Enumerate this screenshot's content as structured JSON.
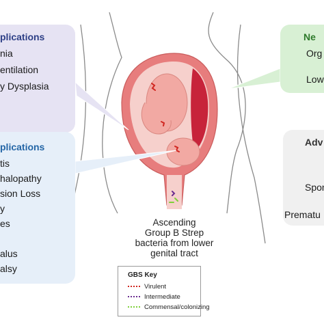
{
  "respiratory_panel": {
    "title": "plications",
    "items": [
      "nia",
      "entilation",
      "y Dysplasia"
    ]
  },
  "neurologic_panel": {
    "title": "plications",
    "items": [
      "tis",
      "halopathy",
      "sion Loss",
      "y",
      "es",
      "",
      "alus",
      "alsy"
    ]
  },
  "neonatal_panel": {
    "title": "Ne",
    "items": [
      "Org",
      "Low"
    ]
  },
  "adverse_panel": {
    "title": "Adv",
    "items": [
      "Spon",
      "Prematu"
    ]
  },
  "caption": [
    "Ascending",
    "Group B Strep",
    "bacteria from lower",
    "genital tract"
  ],
  "gbs_key": {
    "title": "GBS Key",
    "items": [
      {
        "label": "Virulent",
        "color": "#d0251f"
      },
      {
        "label": "Intermediate",
        "color": "#6a2c8f"
      },
      {
        "label": "Commensal/colonizing",
        "color": "#7ed03a"
      }
    ]
  },
  "colors": {
    "skin_outline": "#8a8a8a",
    "uterus_wall": "#e77d7d",
    "uterus_inner": "#f6d0cc",
    "fetus": "#f2a9a3",
    "placenta": "#c7233a"
  }
}
